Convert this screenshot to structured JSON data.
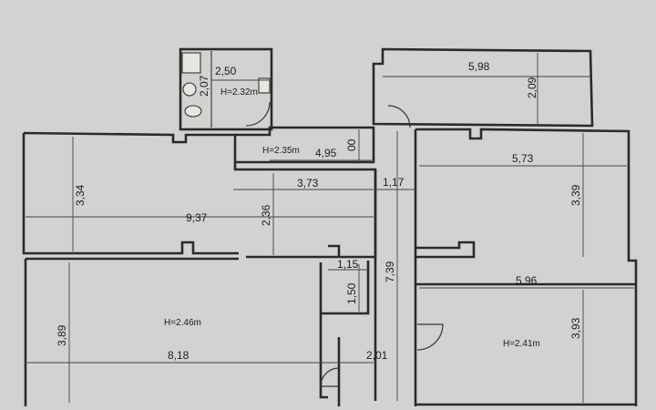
{
  "rooms": {
    "bathroom": {
      "width": "2,50",
      "depth": "2,07",
      "height": "H=2.32m"
    },
    "hallway": {
      "width": "4,95",
      "height": "H=2.35m",
      "small": "00"
    },
    "storage_top_right": {
      "width": "5,98",
      "depth": "2,09"
    },
    "living_left": {
      "width": "9,37",
      "depth": "3,34"
    },
    "inner_corridor": {
      "width": "3,73",
      "depth": "2,36"
    },
    "room_right_top": {
      "width": "5,73",
      "depth": "3,39"
    },
    "corridor_vertical": {
      "gap": "1,17",
      "length": "7,39"
    },
    "closet": {
      "width": "1,15",
      "depth": "1,50"
    },
    "room_bottom_left": {
      "width": "8,18",
      "depth": "3,89",
      "height": "H=2.46m"
    },
    "room_bottom_right": {
      "width": "5,96",
      "depth": "3,93",
      "height": "H=2.41m"
    },
    "entry": {
      "width": "2,01"
    }
  }
}
